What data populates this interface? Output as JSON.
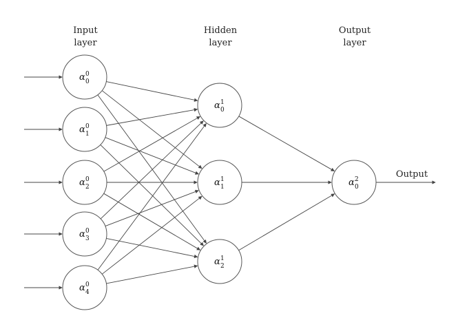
{
  "titles": {
    "input": [
      "Input",
      "layer"
    ],
    "hidden": [
      "Hidden",
      "layer"
    ],
    "output": [
      "Output",
      "layer"
    ]
  },
  "output_arrow_label": "Output",
  "node_symbol": "α",
  "layers": [
    {
      "name": "input",
      "nodes": [
        {
          "id": "in-0",
          "sub": "0",
          "sup": "0"
        },
        {
          "id": "in-1",
          "sub": "1",
          "sup": "0"
        },
        {
          "id": "in-2",
          "sub": "2",
          "sup": "0"
        },
        {
          "id": "in-3",
          "sub": "3",
          "sup": "0"
        },
        {
          "id": "in-4",
          "sub": "4",
          "sup": "0"
        }
      ]
    },
    {
      "name": "hidden",
      "nodes": [
        {
          "id": "hid-0",
          "sub": "0",
          "sup": "1"
        },
        {
          "id": "hid-1",
          "sub": "1",
          "sup": "1"
        },
        {
          "id": "hid-2",
          "sub": "2",
          "sup": "1"
        }
      ]
    },
    {
      "name": "output",
      "nodes": [
        {
          "id": "out-0",
          "sub": "0",
          "sup": "2"
        }
      ]
    }
  ],
  "colors": {
    "stroke": "#555555",
    "edge": "#444444",
    "text": "#222222"
  }
}
